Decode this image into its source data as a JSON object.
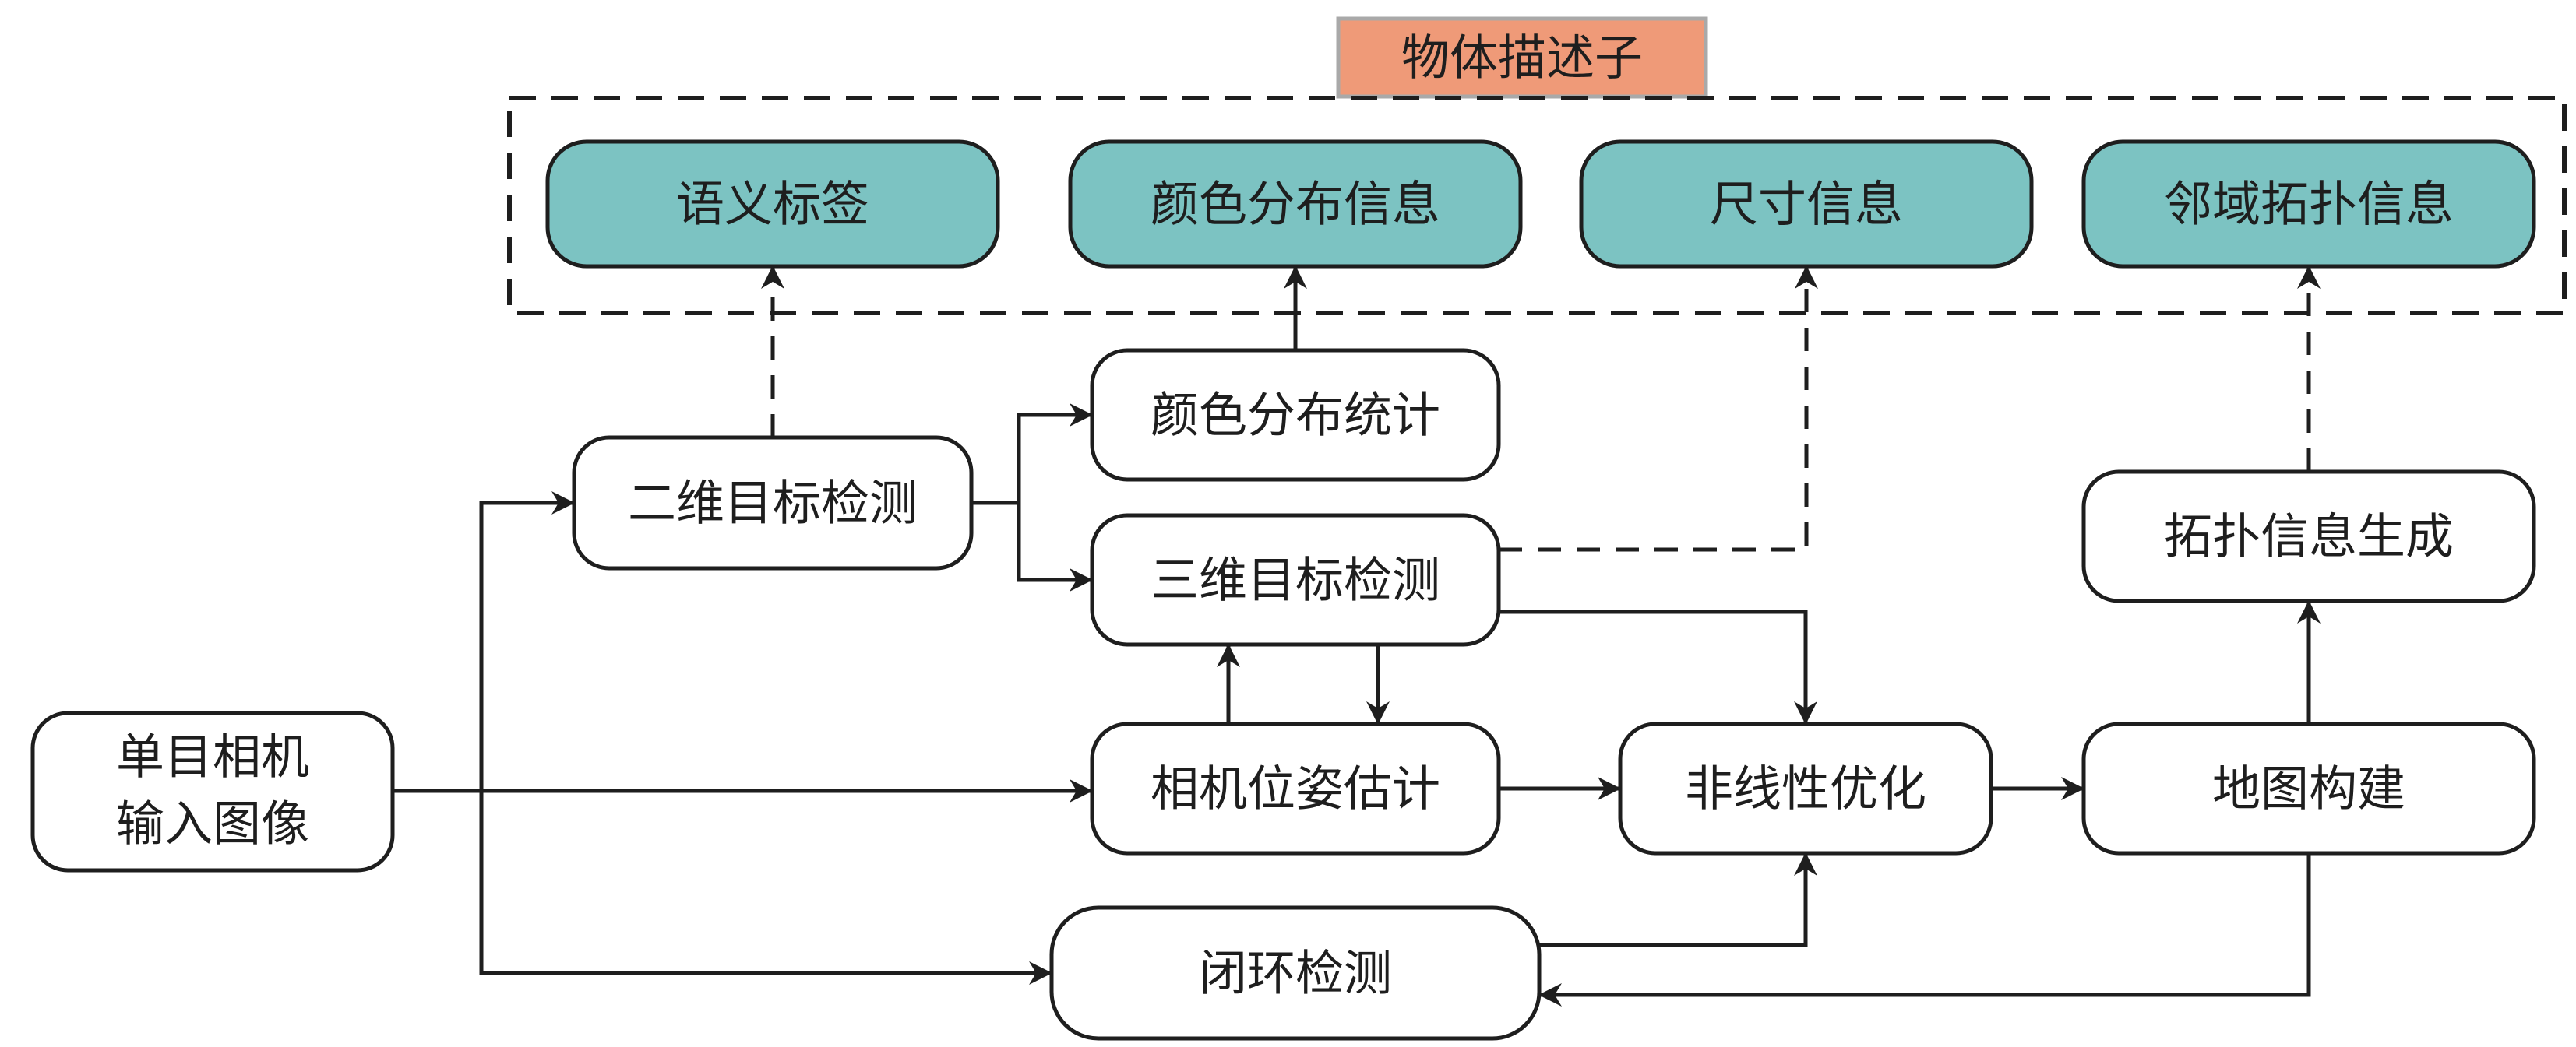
{
  "title": "物体描述子",
  "descriptors": {
    "semantic_label": "语义标签",
    "color_distribution_info": "颜色分布信息",
    "size_info": "尺寸信息",
    "neighborhood_topology_info": "邻域拓扑信息"
  },
  "nodes": {
    "monocular_input_line1": "单目相机",
    "monocular_input_line2": "输入图像",
    "detection_2d": "二维目标检测",
    "color_statistics": "颜色分布统计",
    "detection_3d": "三维目标检测",
    "camera_pose_estimation": "相机位姿估计",
    "loop_closure_detection": "闭环检测",
    "nonlinear_optimization": "非线性优化",
    "map_building": "地图构建",
    "topology_generation": "拓扑信息生成"
  },
  "colors": {
    "descriptor_fill": "#7cc3c2",
    "title_fill": "#ef9a78",
    "stroke": "#1e1e1e"
  }
}
